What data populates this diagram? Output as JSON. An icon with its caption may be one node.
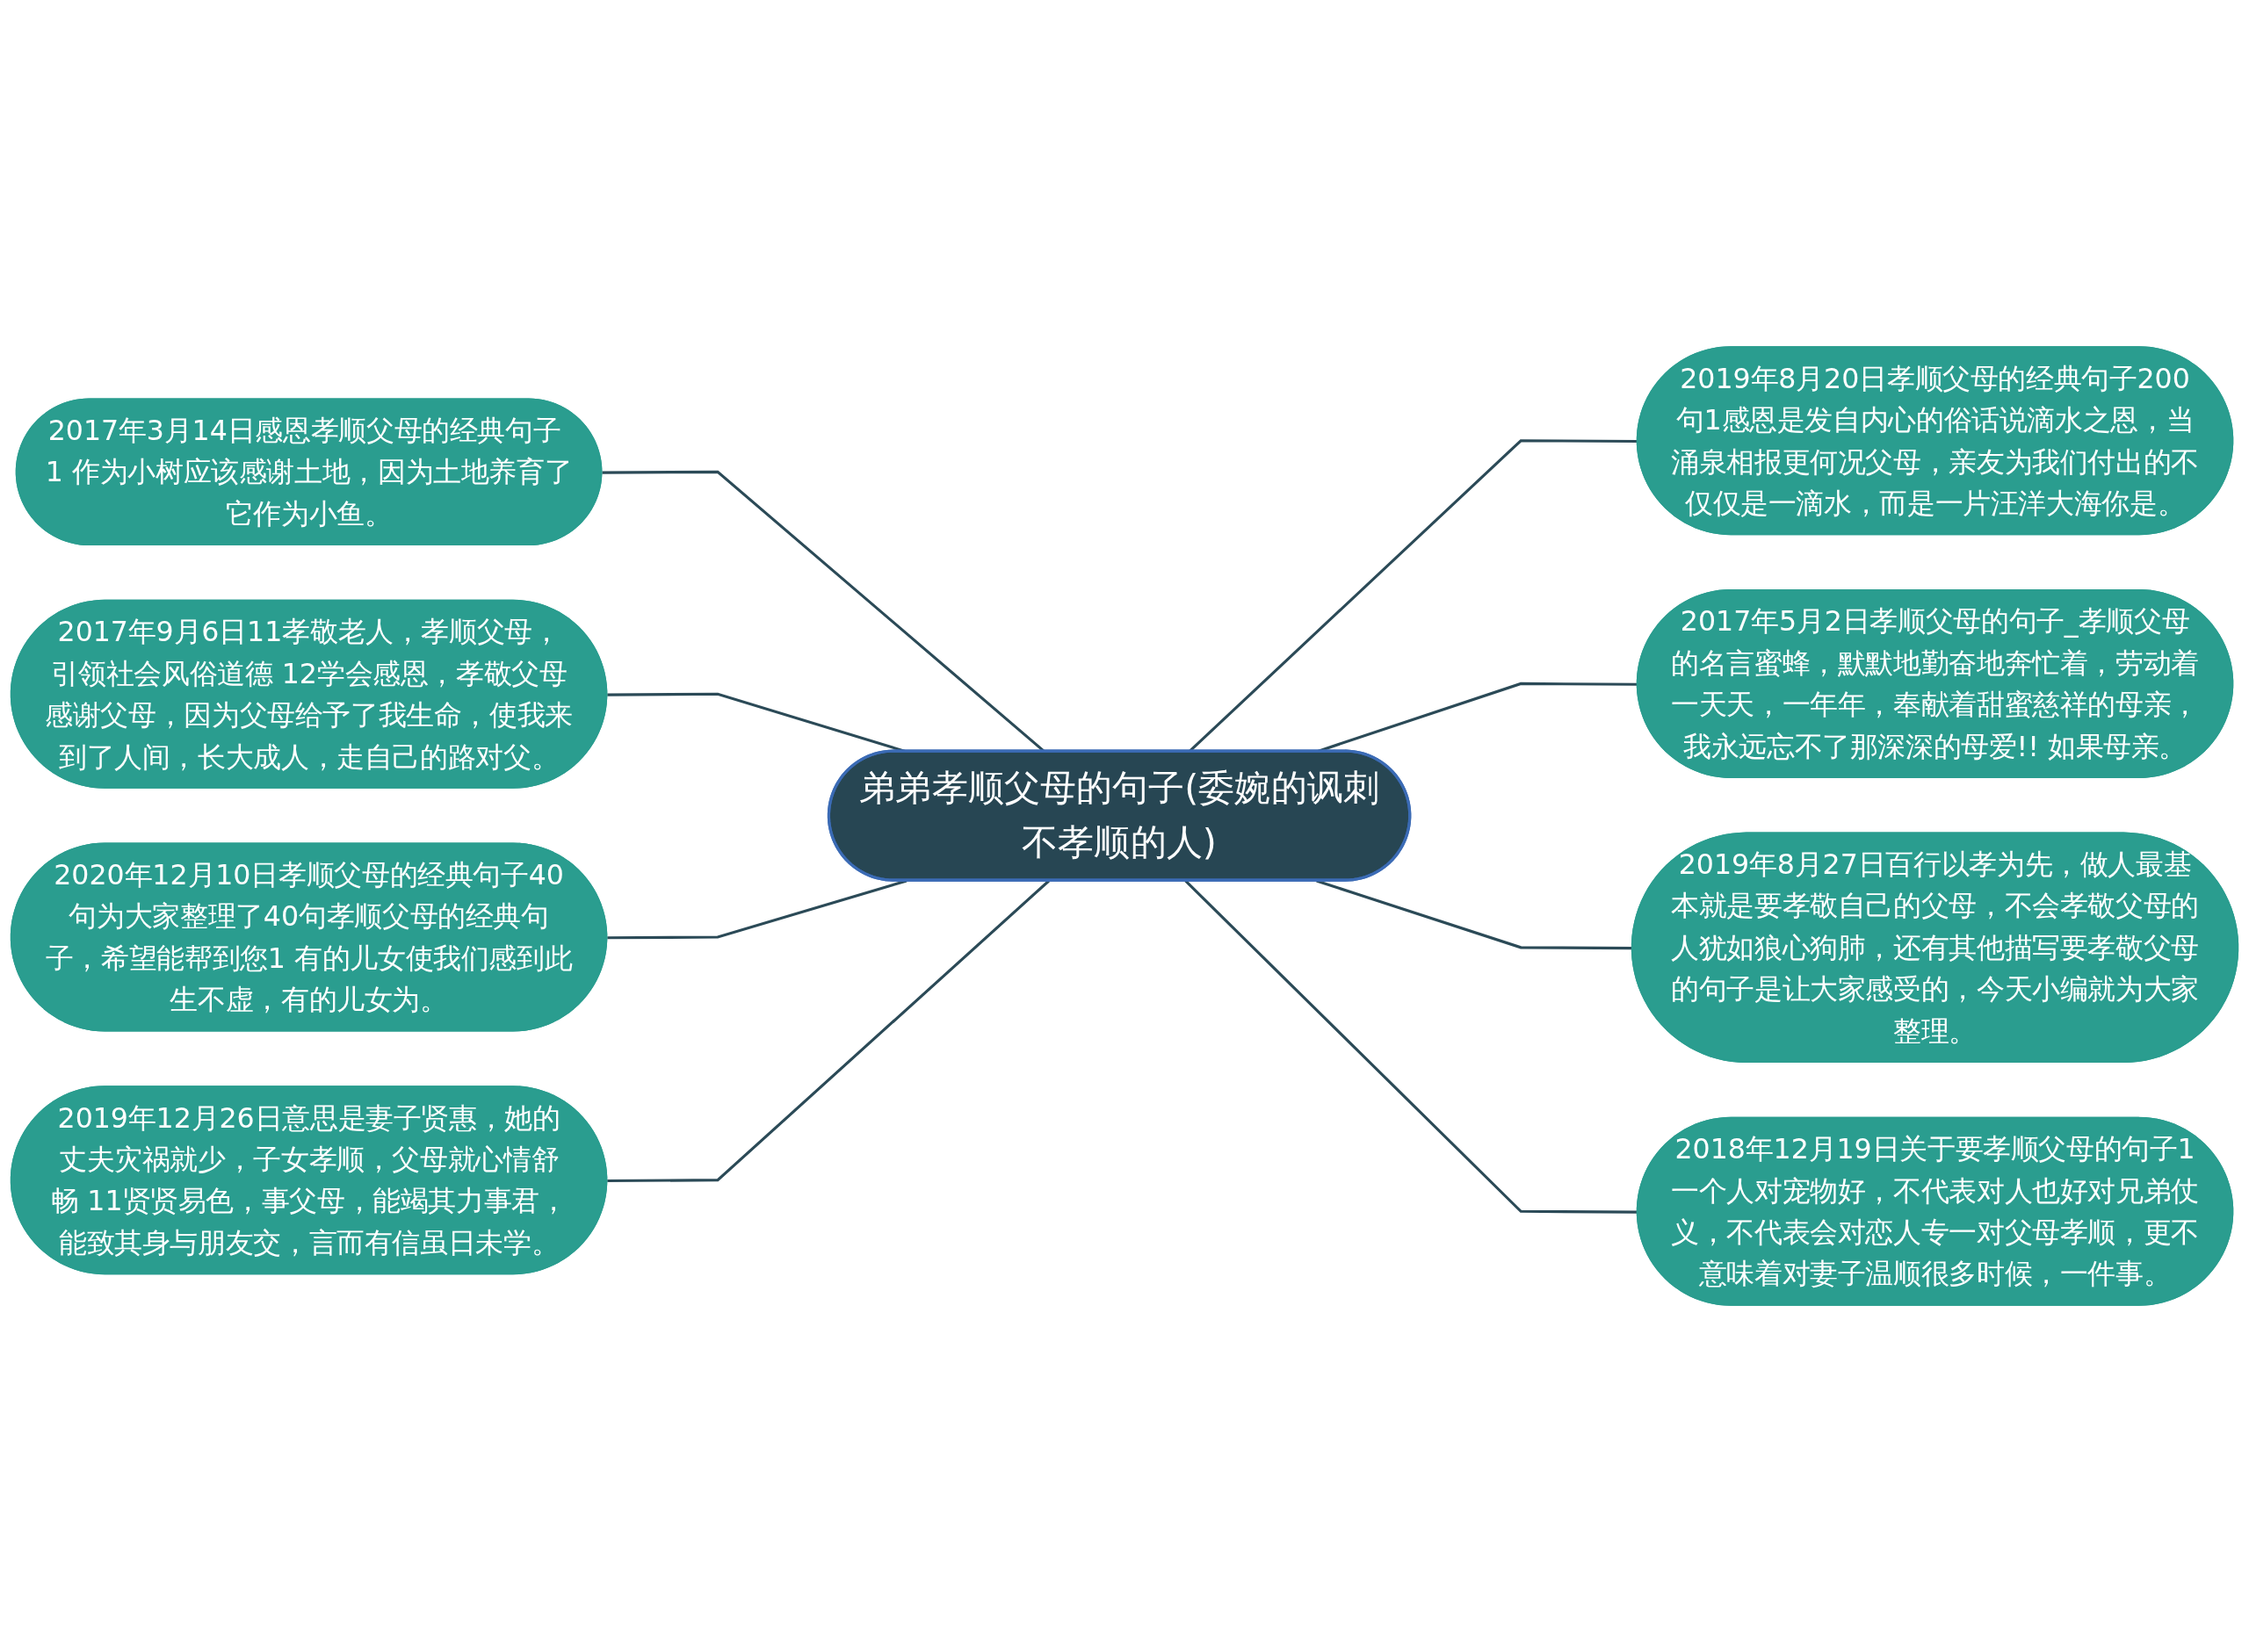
{
  "diagram": {
    "nodes": [
      {
        "text": [
          "弟弟孝顺父母的句子(委婉的讽刺不孝顺的人)"
        ]
      },
      {
        "text": [
          "2017年3月14日感恩孝顺父母的经典句子 1 作为小树应该感谢土地，因为土地养育了它作为小鱼。"
        ]
      },
      {
        "text": [
          "2017年9月6日11孝敬老人，孝顺父母，引领社会风俗道德 12学会感恩，孝敬父母感谢父母，因为父母给予了我生命，使我来到了人间，长大成人，走自己的路对父。"
        ]
      },
      {
        "text": [
          "2020年12月10日孝顺父母的经典句子40句为大家整理了40句孝顺父母的经典句子，希望能帮到您1 有的儿女使我们感到此生不虚，有的儿女为。"
        ]
      },
      {
        "text": [
          "2019年12月26日意思是妻子贤惠，她的丈夫灾祸就少，子女孝顺，父母就心情舒畅 11贤贤易色，事父母，能竭其力事君，能致其身与朋友交，言而有信虽日未学。"
        ]
      },
      {
        "text": [
          "2019年8月20日孝顺父母的经典句子200句1感恩是发自内心的俗话说滴水之恩，当涌泉相报更何况父母，亲友为我们付出的不仅仅是一滴水，而是一片汪洋大海你是。"
        ]
      },
      {
        "text": [
          "2017年5月2日孝顺父母的句子_孝顺父母的名言蜜蜂，默默地勤奋地奔忙着，劳动着一天天，一年年，奉献着甜蜜慈祥的母亲，我永远忘不了那深深的母爱!! 如果母亲。"
        ]
      },
      {
        "text": [
          "2019年8月27日百行以孝为先，做人最基本就是要孝敬自己的父母，不会孝敬父母的人犹如狼心狗肺，还有其他描写要孝敬父母的句子是让大家感受的，今天小编就为大家整理。"
        ]
      },
      {
        "text": [
          "2018年12月19日关于要孝顺父母的句子1一个人对宠物好，不代表对人也好对兄弟仗义，不代表会对恋人专一对父母孝顺，更不意味着对妻子温顺很多时候，一件事。"
        ]
      }
    ],
    "edges": [
      {
        "from": 1,
        "to": 0,
        "arrow": "none"
      },
      {
        "from": 2,
        "to": 0,
        "arrow": "none"
      },
      {
        "from": 3,
        "to": 0,
        "arrow": "none"
      },
      {
        "from": 4,
        "to": 0,
        "arrow": "none"
      },
      {
        "from": 0,
        "to": 5,
        "arrow": "none"
      },
      {
        "from": 0,
        "to": 6,
        "arrow": "none"
      },
      {
        "from": 0,
        "to": 7,
        "arrow": "none"
      },
      {
        "from": 0,
        "to": 8,
        "arrow": "none"
      }
    ]
  }
}
